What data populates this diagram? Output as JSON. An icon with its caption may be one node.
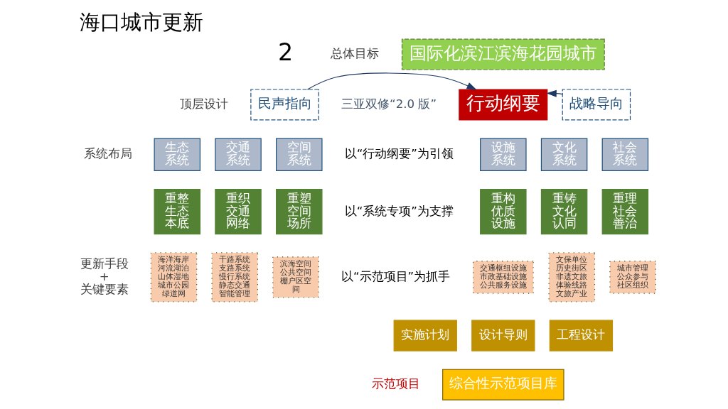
{
  "diagram": {
    "title": "海口城市更新",
    "nodes": [
      {
        "text": [
          "国际化滨江滨海花园城市"
        ]
      },
      {
        "text": [
          "民声指向"
        ]
      },
      {
        "text": [
          "行动纲要"
        ]
      },
      {
        "text": [
          "战略导向"
        ]
      },
      {
        "text": [
          "生态系统"
        ]
      },
      {
        "text": [
          "交通系统"
        ]
      },
      {
        "text": [
          "空间系统"
        ]
      },
      {
        "text": [
          "设施系统"
        ]
      },
      {
        "text": [
          "文化系统"
        ]
      },
      {
        "text": [
          "社会系统"
        ]
      },
      {
        "text": [
          "重整生态本底"
        ]
      },
      {
        "text": [
          "重织交通网络"
        ]
      },
      {
        "text": [
          "重塑空间场所"
        ]
      },
      {
        "text": [
          "重构优质设施"
        ]
      },
      {
        "text": [
          "重铸文化认同"
        ]
      },
      {
        "text": [
          "重理社会善治"
        ]
      },
      {
        "text": [
          "海洋海岸河流湖泊山体湿地城市公园绿道网"
        ]
      },
      {
        "text": [
          "干路系统支路系统慢行系统静态交通智能管理"
        ]
      },
      {
        "text": [
          "滨海空间公共空间棚户区空间"
        ]
      },
      {
        "text": [
          "交通枢纽设施市政基础设施公共服务设施"
        ]
      },
      {
        "text": [
          "文保单位历史街区非遗文旅体验线路文旅产业"
        ]
      },
      {
        "text": [
          "城市管理公众参与社区组织"
        ]
      },
      {
        "text": [
          "实施计划"
        ]
      },
      {
        "text": [
          "设计导则"
        ]
      },
      {
        "text": [
          "工程设计"
        ]
      },
      {
        "text": [
          "综合性示范项目库"
        ]
      }
    ],
    "edges": [
      {
        "from": 1,
        "to": 2,
        "arrow": "to"
      },
      {
        "from": 3,
        "to": 2,
        "arrow": "to"
      }
    ],
    "labels": [
      "2",
      "三亚双修“2.0 版”",
      "以“行动纲要”为引领",
      "以“系统专项”为支撑",
      "以“示范项目”为抓手",
      "总体目标",
      "顶层设计",
      "系统布局",
      "更新手段 + 关键要素",
      "示范项目"
    ]
  }
}
